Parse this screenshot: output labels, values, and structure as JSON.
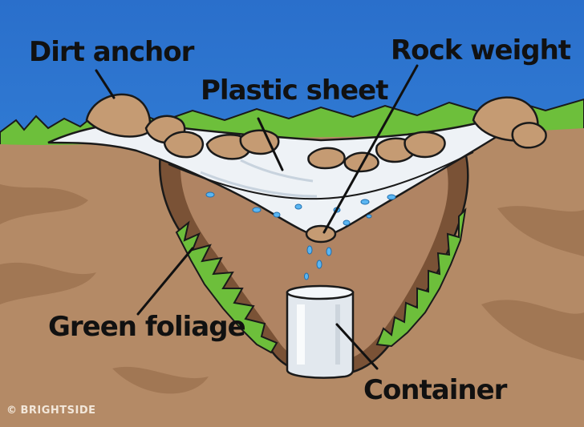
{
  "labels": {
    "dirt_anchor": "Dirt anchor",
    "plastic_sheet": "Plastic sheet",
    "rock_weight": "Rock weight",
    "green_foliage": "Green foliage",
    "container": "Container"
  },
  "watermark": {
    "symbol": "©",
    "brand": "BRIGHTSIDE"
  },
  "colors": {
    "sky": "#2f7fd6",
    "soil": "#b48a66",
    "soil_dark": "#8e6444",
    "grass": "#6dbf3b",
    "plastic": "#eef2f6",
    "water": "#5bb6f2",
    "rock": "#c59b73"
  }
}
